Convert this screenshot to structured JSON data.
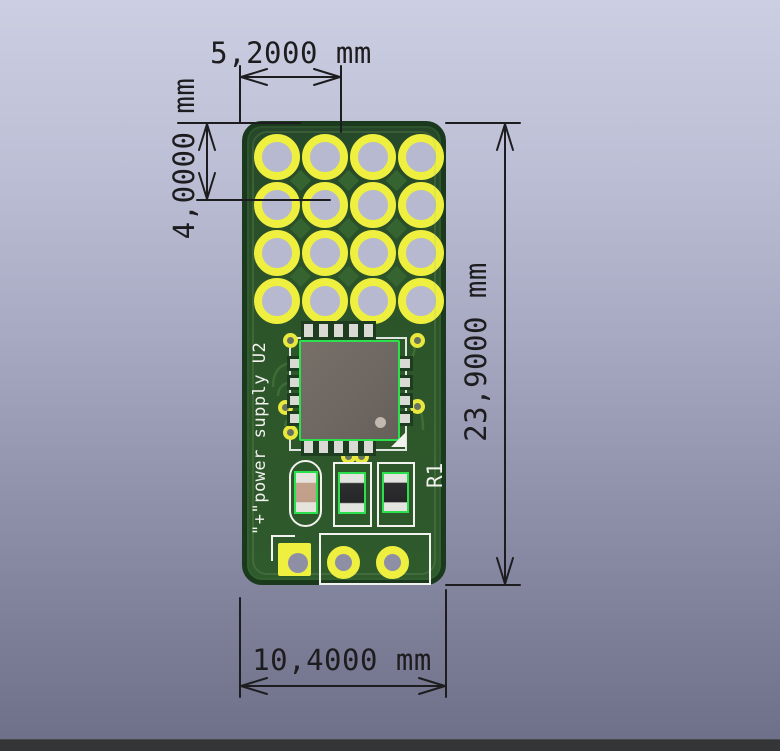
{
  "viewer": {
    "type": "pcb-3d-viewer",
    "background_top_color": "#cccee2",
    "background_bottom_color": "#6f7089",
    "taskbar_color": "#343536"
  },
  "dimensions": {
    "top": {
      "label": "5,2000 mm"
    },
    "left": {
      "label": "4,0000 mm"
    },
    "right": {
      "label": "23,9000 mm"
    },
    "bottom": {
      "label": "10,4000 mm"
    },
    "units": "mm",
    "line_color": "#1d1d1f"
  },
  "pcb": {
    "silkscreen_label": "\"+\"power supply U2",
    "r1_label": "R1",
    "hole_grid": {
      "rows": 4,
      "cols": 4
    },
    "colors": {
      "solder_mask_green": "#2c5429",
      "board_edge_green": "#1b3a1d",
      "hole_pad_yellow": "#efef40",
      "silkscreen_white": "#f2f2ee",
      "fab_outline_green": "#2be04c",
      "ic_body_gray": "#6e6762"
    }
  }
}
